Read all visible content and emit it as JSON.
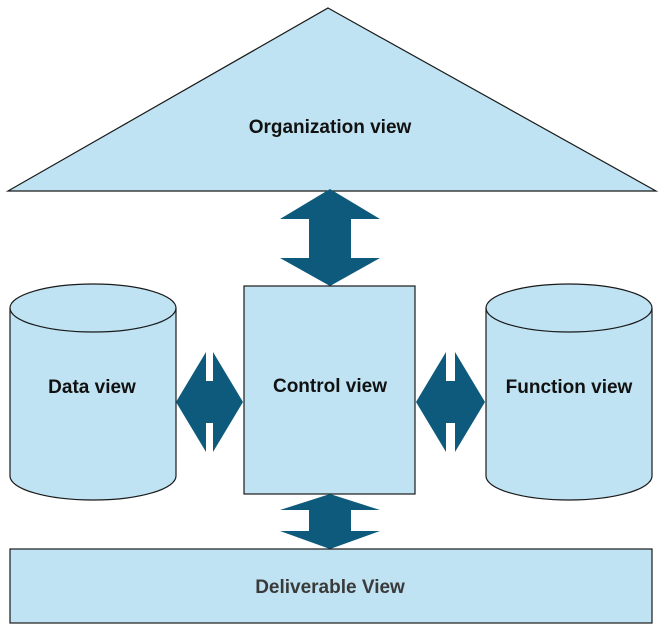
{
  "diagram": {
    "organization_view": "Organization view",
    "data_view": "Data view",
    "control_view": "Control view",
    "function_view": "Function view",
    "deliverable_view": "Deliverable View"
  },
  "colors": {
    "shape_fill": "#bfe3f2",
    "arrow_fill": "#0e5a7c",
    "outline": "#1a1a1a"
  }
}
